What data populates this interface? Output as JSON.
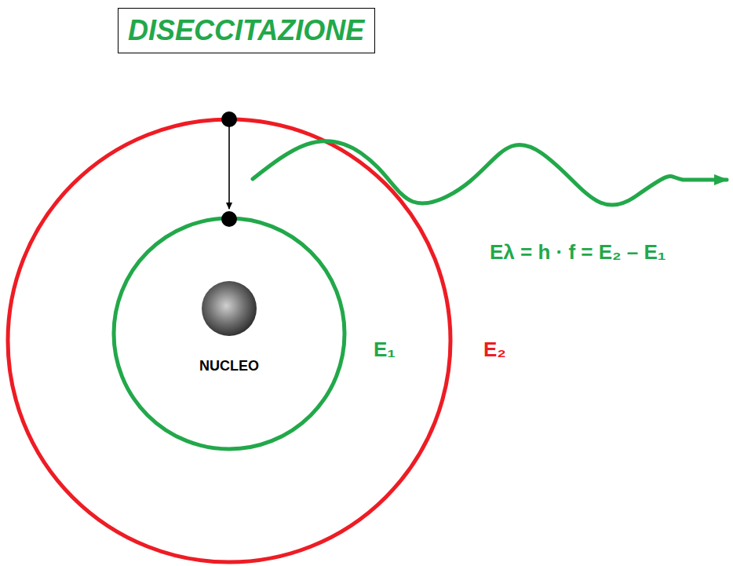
{
  "diagram": {
    "title": "DISECCITAZIONE",
    "labels": [
      "NUCLEO",
      "E₁",
      "E₂",
      "Eλ = h · f = E₂ – E₁"
    ]
  }
}
